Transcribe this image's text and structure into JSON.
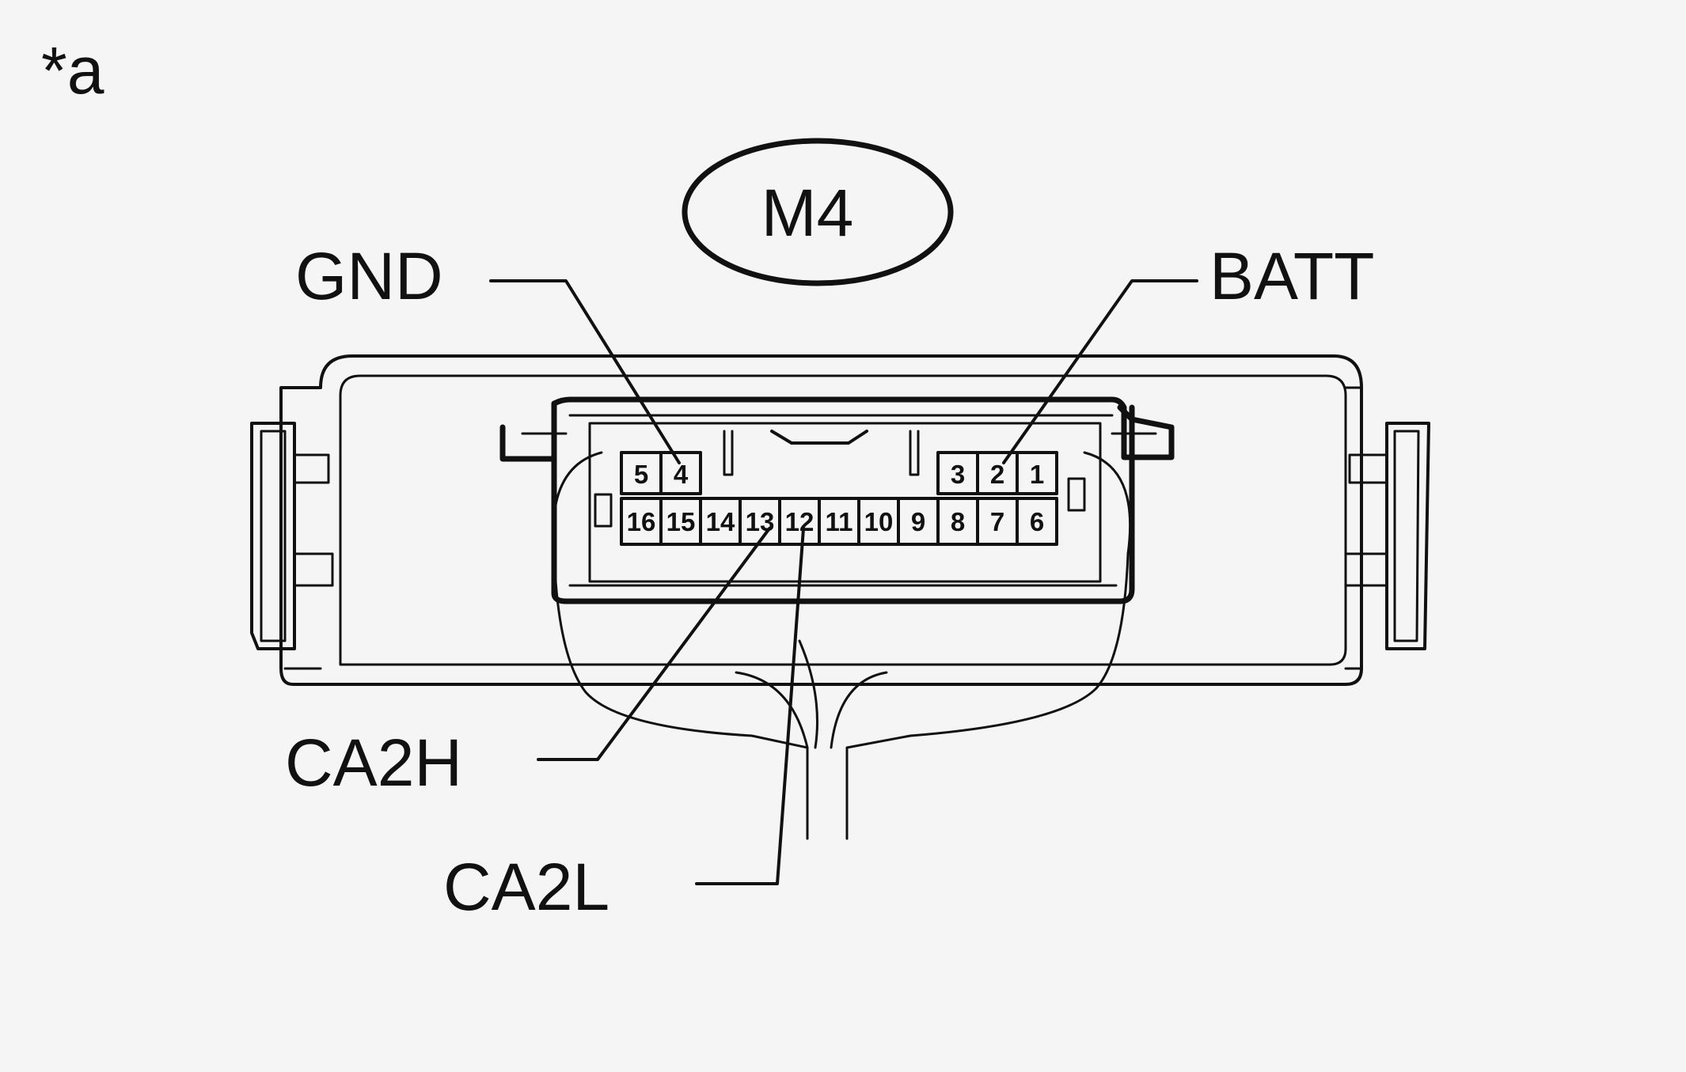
{
  "note_marker": "*a",
  "connector_id": "M4",
  "terminals": {
    "gnd": "GND",
    "batt": "BATT",
    "ca2h": "CA2H",
    "ca2l": "CA2L"
  },
  "pins": {
    "top_left": [
      "5",
      "4"
    ],
    "top_right": [
      "3",
      "2",
      "1"
    ],
    "bottom": [
      "16",
      "15",
      "14",
      "13",
      "12",
      "11",
      "10",
      "9",
      "8",
      "7",
      "6"
    ]
  },
  "colors": {
    "line": "#111111",
    "background": "#f5f5f5"
  }
}
